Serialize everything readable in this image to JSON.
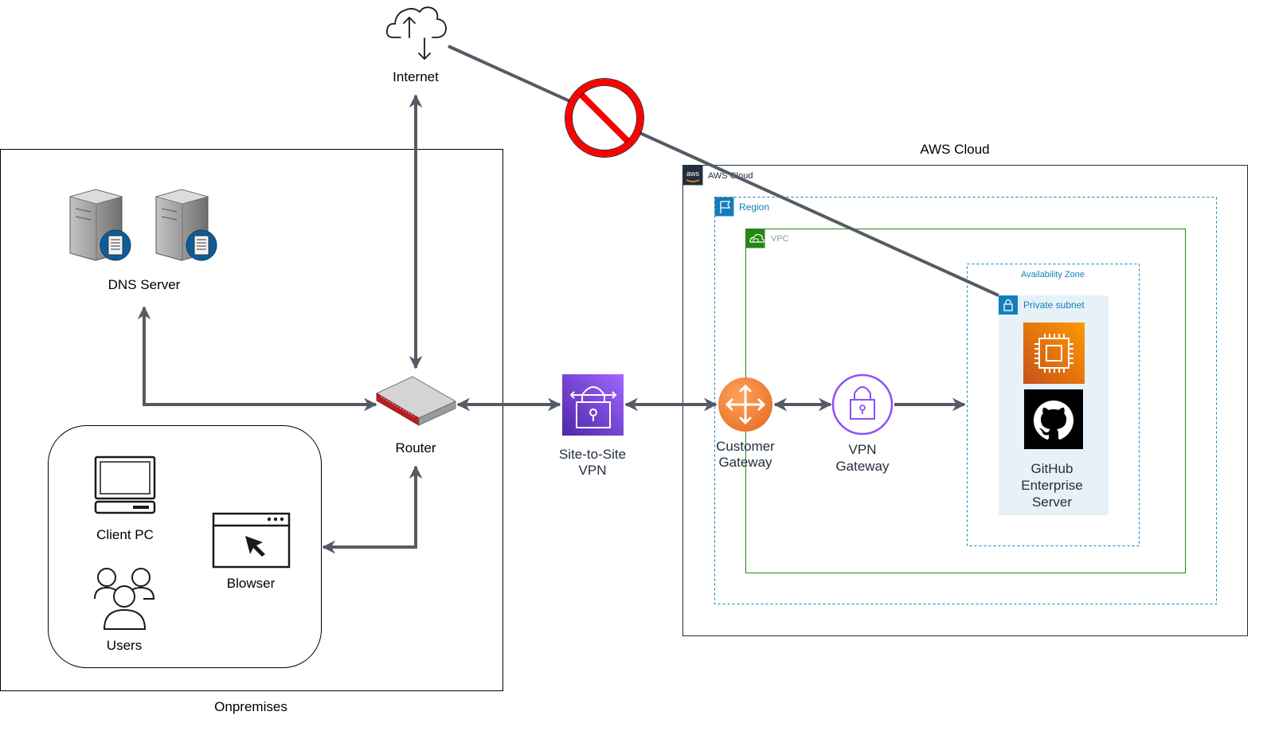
{
  "labels": {
    "internet": "Internet",
    "onprem_container": "Onpremises",
    "aws_cloud_title": "AWS Cloud",
    "aws_cloud_tag": "AWS Cloud",
    "aws_logo": "aws",
    "region": "Region",
    "vpc": "VPC",
    "availability_zone": "Availability Zone",
    "private_subnet": "Private subnet",
    "dns_server": "DNS Server",
    "router": "Router",
    "client_pc": "Client PC",
    "users": "Users",
    "browser": "Blowser",
    "s2s_vpn_line1": "Site-to-Site",
    "s2s_vpn_line2": "VPN",
    "customer_gw_line1": "Customer",
    "customer_gw_line2": "Gateway",
    "vpn_gw_line1": "VPN",
    "vpn_gw_line2": "Gateway",
    "ghes_line1": "GitHub",
    "ghes_line2": "Enterprise",
    "ghes_line3": "Server"
  },
  "icons": {
    "internet": "cloud-upload-download-icon",
    "dns_server": "server-document-icon",
    "router": "router-icon",
    "client_pc": "desktop-computer-icon",
    "users": "users-group-icon",
    "browser": "browser-window-cursor-icon",
    "s2s_vpn": "aws-site-to-site-vpn-icon",
    "customer_gateway": "aws-customer-gateway-icon",
    "vpn_gateway": "aws-vpn-gateway-icon",
    "ec2": "aws-ec2-instance-icon",
    "github": "github-octocat-icon",
    "blocked": "prohibited-sign-icon"
  },
  "colors": {
    "connector": "#545b64",
    "blocked": "#ff0000",
    "region_border": "#147eba",
    "vpc_border": "#248814",
    "private_subnet_fill": "#e6f2f8",
    "vpn_purple": "#8c4fff",
    "customer_gw_orange": "#f58536",
    "ec2_orange": "#ed7100",
    "text": "#232f3e"
  }
}
